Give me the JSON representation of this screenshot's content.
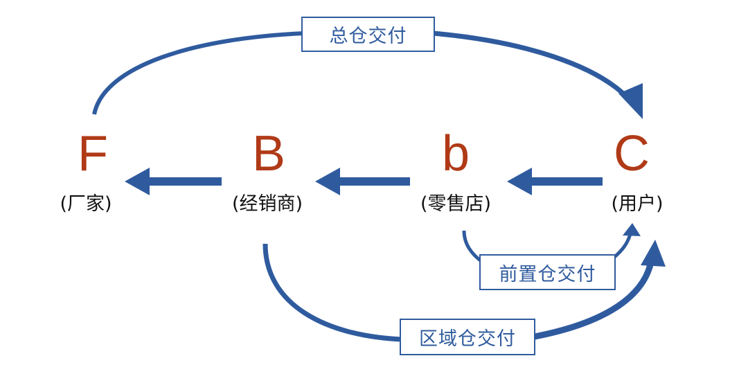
{
  "colors": {
    "arrow": "#2f5b9e",
    "node_letter": "#b03a17",
    "label": "#111111"
  },
  "nodes": [
    {
      "letter": "F",
      "label": "(厂家)"
    },
    {
      "letter": "B",
      "label": "(经销商)"
    },
    {
      "letter": "b",
      "label": "(零售店)"
    },
    {
      "letter": "C",
      "label": "(用户)"
    }
  ],
  "routes": {
    "top": "总仓交付",
    "front": "前置仓交付",
    "regional": "区域仓交付"
  }
}
